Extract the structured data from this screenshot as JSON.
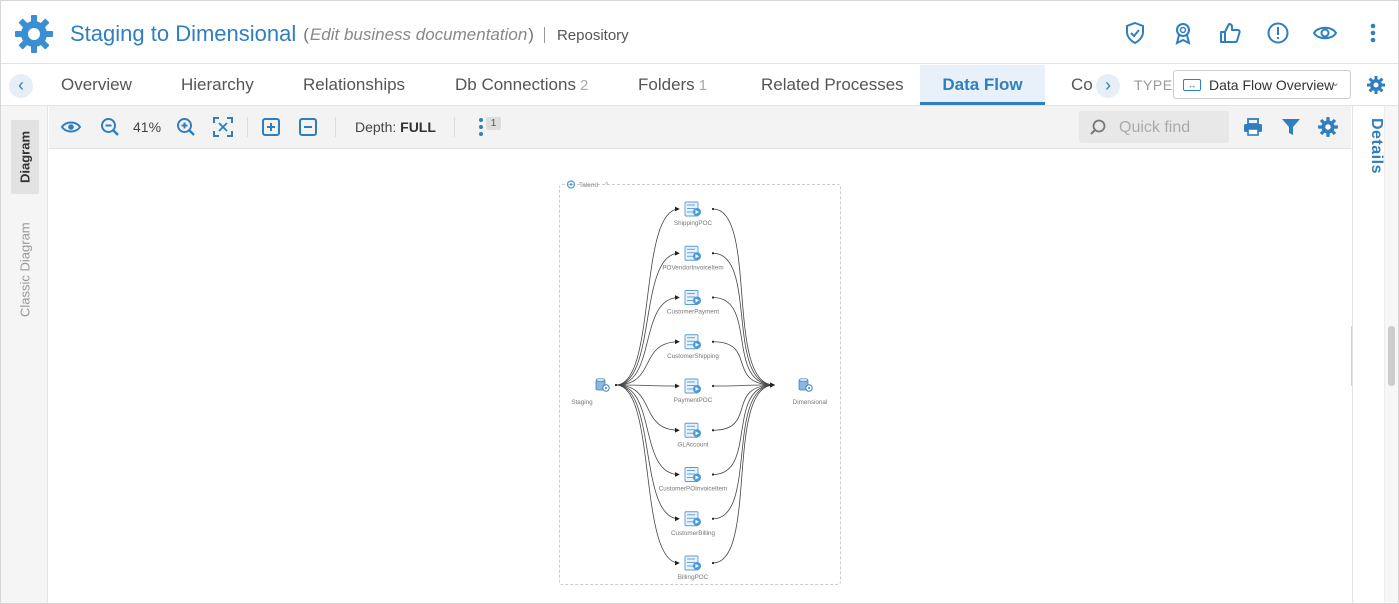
{
  "header": {
    "title": "Staging to Dimensional",
    "paren_open": "(",
    "edit_link": "Edit business documentation",
    "paren_close": ")",
    "repository": "Repository"
  },
  "tabs": [
    {
      "label": "Overview",
      "count": ""
    },
    {
      "label": "Hierarchy",
      "count": ""
    },
    {
      "label": "Relationships",
      "count": ""
    },
    {
      "label": "Db Connections",
      "count": "2"
    },
    {
      "label": "Folders",
      "count": "1"
    },
    {
      "label": "Related Processes",
      "count": ""
    },
    {
      "label": "Data Flow",
      "count": "",
      "active": true
    },
    {
      "label": "Co",
      "count": ""
    }
  ],
  "type_select": {
    "label": "TYPE",
    "value": "Data Flow Overview"
  },
  "left_tabs": {
    "diagram": "Diagram",
    "classic": "Classic Diagram"
  },
  "toolbar": {
    "zoom": "41%",
    "depth_label": "Depth:",
    "depth_value": "FULL",
    "badge": "1",
    "quick_find_placeholder": "Quick find"
  },
  "right_panel": {
    "label": "Details"
  },
  "diagram": {
    "group_label": "Talend",
    "source": "Staging",
    "target": "Dimensional",
    "jobs": [
      "ShippingPOC",
      "POVendorInvoiceItem",
      "CustomerPayment",
      "CustomerShipping",
      "PaymentPOC",
      "GLAccount",
      "CustomerPOInvoiceItem",
      "CustomerBilling",
      "BillingPOC"
    ]
  },
  "colors": {
    "accent": "#2f7fc0",
    "active_tab_bg": "#e8f1fa"
  }
}
